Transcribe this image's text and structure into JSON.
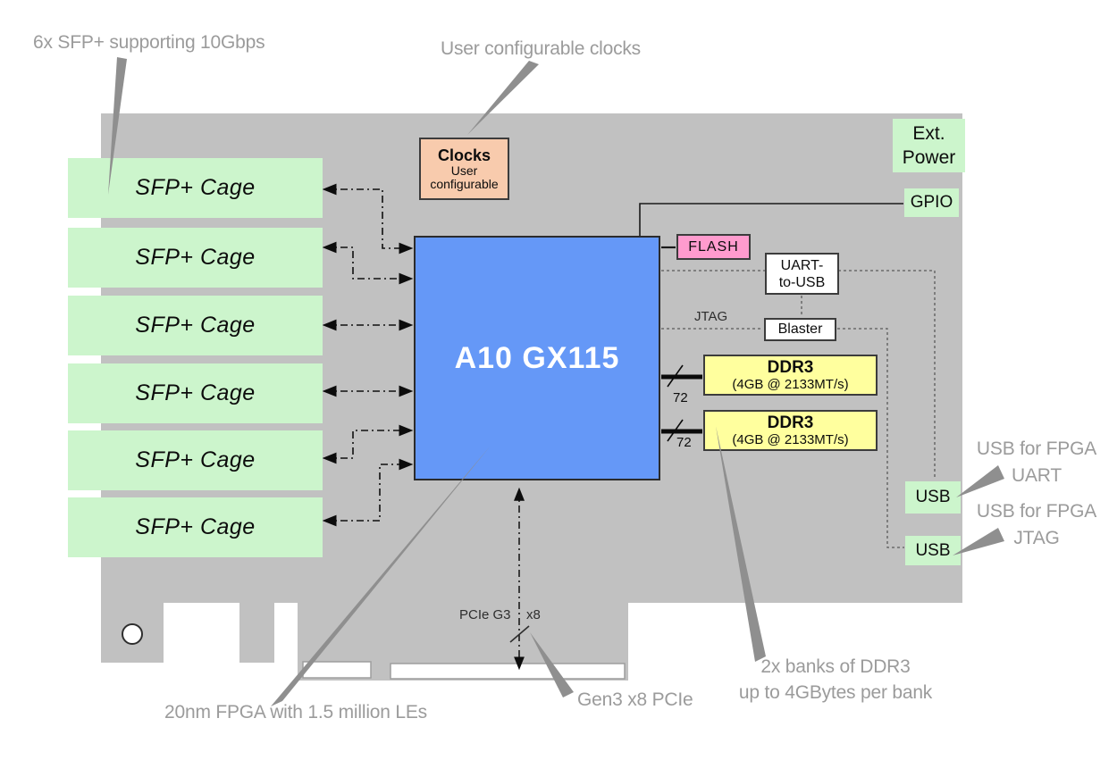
{
  "board": {
    "fpga": {
      "label": "A10 GX115"
    },
    "sfp_cages": [
      "SFP+ Cage",
      "SFP+ Cage",
      "SFP+ Cage",
      "SFP+ Cage",
      "SFP+ Cage",
      "SFP+ Cage"
    ],
    "clocks": {
      "title": "Clocks",
      "line1": "User",
      "line2": "configurable"
    },
    "flash": {
      "label": "FLASH"
    },
    "uart_to_usb": {
      "line1": "UART-",
      "line2": "to-USB"
    },
    "blaster": {
      "label": "Blaster"
    },
    "jtag_bus_label": "JTAG",
    "ddr3_banks": [
      {
        "title": "DDR3",
        "spec": "(4GB @ 2133MT/s)",
        "bus_width": "72"
      },
      {
        "title": "DDR3",
        "spec": "(4GB @ 2133MT/s)",
        "bus_width": "72"
      }
    ],
    "gpio": {
      "label": "GPIO"
    },
    "ext_power": {
      "line1": "Ext.",
      "line2": "Power"
    },
    "usb_ports": [
      "USB",
      "USB"
    ],
    "pcie_bus": {
      "gen_label": "PCIe G3",
      "width_label": "x8"
    }
  },
  "annotations": {
    "sfp": "6x SFP+ supporting 10Gbps",
    "clocks": "User configurable clocks",
    "fpga": "20nm FPGA with 1.5 million LEs",
    "pcie": "Gen3 x8 PCIe",
    "ddr3": {
      "line1": "2x banks of DDR3",
      "line2": "up to 4GBytes per bank"
    },
    "usb_uart": {
      "line1": "USB for FPGA",
      "line2": "UART"
    },
    "usb_jtag": {
      "line1": "USB for FPGA",
      "line2": "JTAG"
    }
  },
  "colors": {
    "board_gray": "#c1c1c1",
    "peripheral_green": "#ccf5cc",
    "fpga_blue": "#6598f7",
    "ddr3_yellow": "#ffff9e",
    "flash_pink": "#ff9bce",
    "clocks_peach": "#f8cbad",
    "callout_gray": "#8f8f8f",
    "annotation_text_gray": "#9b9b9b"
  }
}
